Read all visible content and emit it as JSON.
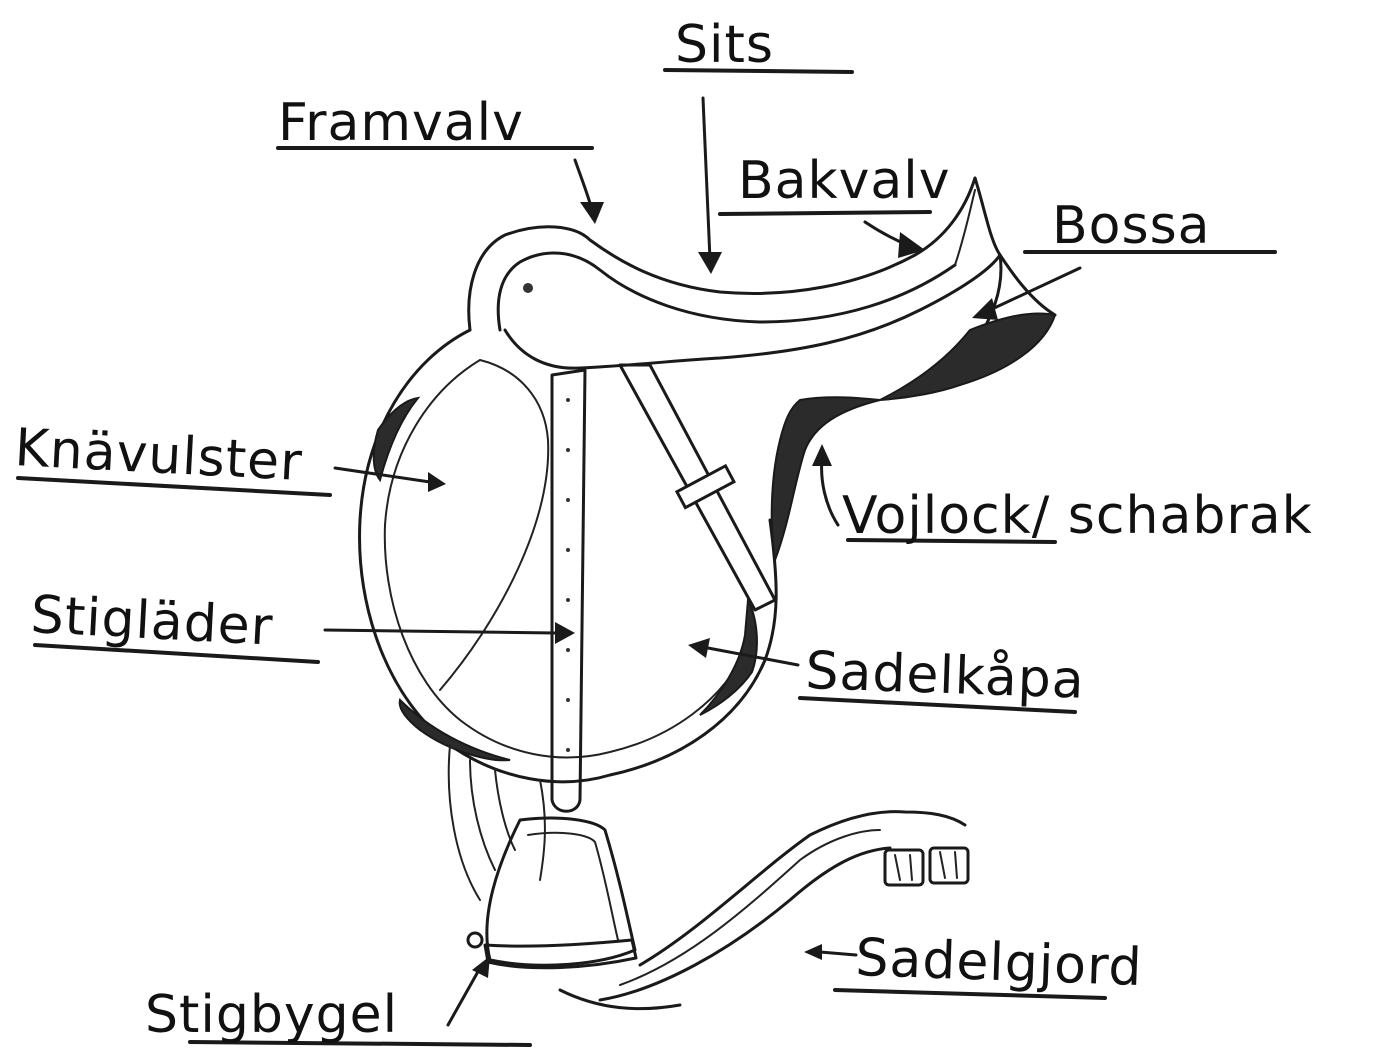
{
  "labels": {
    "sits": "Sits",
    "framvalv": "Framvalv",
    "bakvalv": "Bakvalv",
    "bossa": "Bossa",
    "knavulster": "Knävulster",
    "vojlock": "Vojlock/ schabrak",
    "stiglader": "Stigläder",
    "sadelkapa": "Sadelkåpa",
    "sadelgjord": "Sadelgjord",
    "stigbygel": "Stigbygel"
  }
}
